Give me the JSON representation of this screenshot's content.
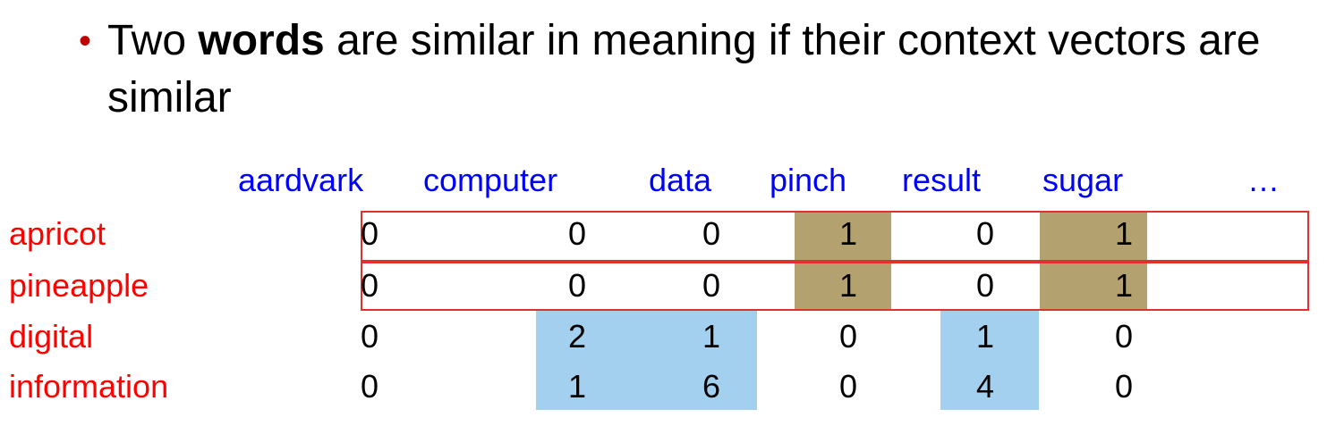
{
  "bullet": {
    "marker": "•",
    "text_before": "Two ",
    "bold_word": "words",
    "text_after": " are similar in meaning if their context vectors are similar"
  },
  "table": {
    "columns": [
      "aardvark",
      "computer",
      "data",
      "pinch",
      "result",
      "sugar",
      "…"
    ],
    "rows": [
      {
        "label": "apricot",
        "values": [
          "0",
          "0",
          "0",
          "1",
          "0",
          "1"
        ]
      },
      {
        "label": "pineapple",
        "values": [
          "0",
          "0",
          "0",
          "1",
          "0",
          "1"
        ]
      },
      {
        "label": "digital",
        "values": [
          "0",
          "2",
          "1",
          "0",
          "1",
          "0"
        ]
      },
      {
        "label": "information",
        "values": [
          "0",
          "1",
          "6",
          "0",
          "4",
          "0"
        ]
      }
    ],
    "colors": {
      "column_header": "#0000ff",
      "row_label": "#ff0000",
      "tan_highlight": "#b3a270",
      "blue_highlight": "#a3d0ef",
      "row_outline": "#e03030"
    }
  }
}
